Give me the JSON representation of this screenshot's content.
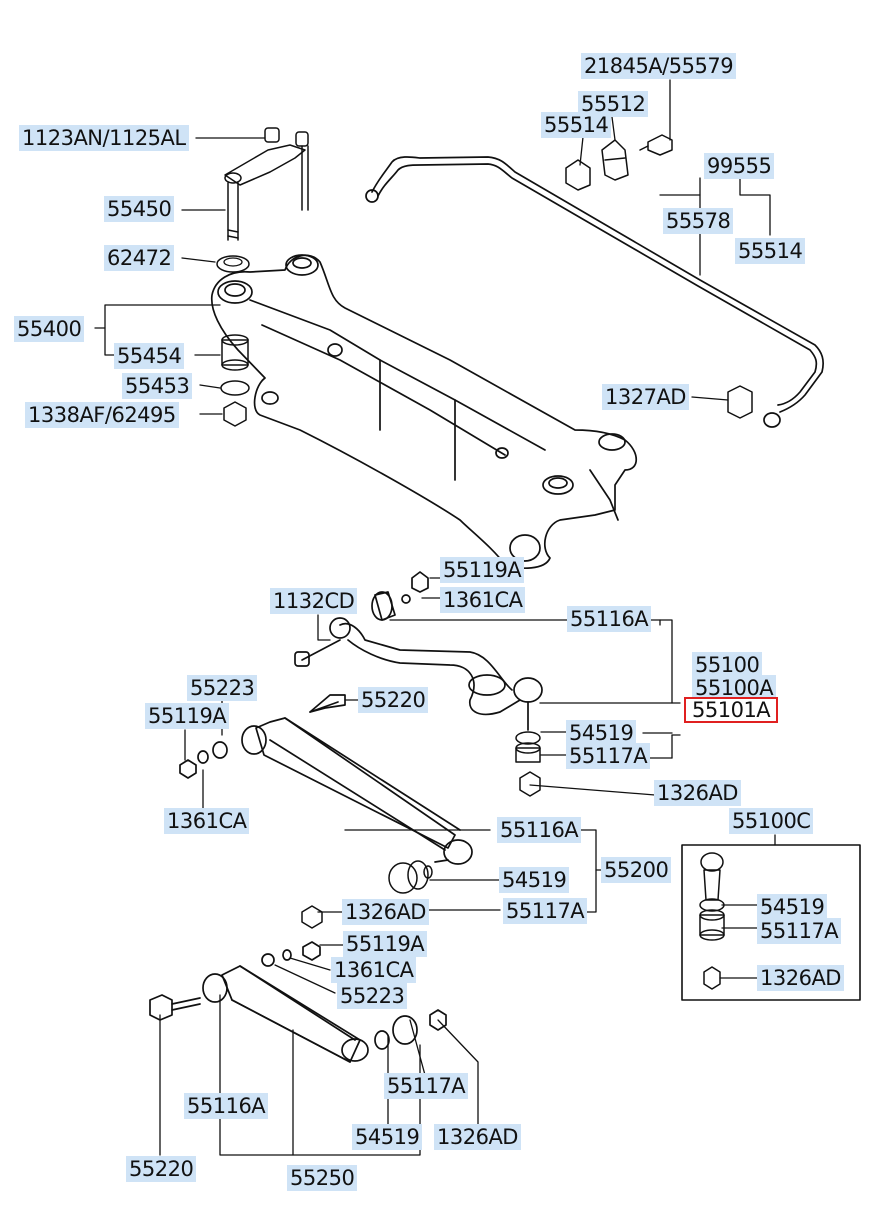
{
  "diagram": {
    "highlight_color": "#e02020",
    "label_bg_color": "#cfe3f6",
    "labels": [
      {
        "id": "l01",
        "text": "21845A/55579"
      },
      {
        "id": "l02",
        "text": "55512"
      },
      {
        "id": "l03",
        "text": "55514"
      },
      {
        "id": "l04",
        "text": "1123AN/1125AL"
      },
      {
        "id": "l05",
        "text": "99555"
      },
      {
        "id": "l06",
        "text": "55450"
      },
      {
        "id": "l07",
        "text": "55578"
      },
      {
        "id": "l08",
        "text": "55514"
      },
      {
        "id": "l09",
        "text": "62472"
      },
      {
        "id": "l10",
        "text": "55400"
      },
      {
        "id": "l11",
        "text": "55454"
      },
      {
        "id": "l12",
        "text": "55453"
      },
      {
        "id": "l13",
        "text": "1327AD"
      },
      {
        "id": "l14",
        "text": "1338AF/62495"
      },
      {
        "id": "l15",
        "text": "55119A"
      },
      {
        "id": "l16",
        "text": "1132CD"
      },
      {
        "id": "l17",
        "text": "1361CA"
      },
      {
        "id": "l18",
        "text": "55116A"
      },
      {
        "id": "l19",
        "text": "55100"
      },
      {
        "id": "l20",
        "text": "55223"
      },
      {
        "id": "l21",
        "text": "55220"
      },
      {
        "id": "l22",
        "text": "55100A"
      },
      {
        "id": "l23",
        "text": "55119A"
      },
      {
        "id": "l24",
        "text": "55101A"
      },
      {
        "id": "l25",
        "text": "54519"
      },
      {
        "id": "l26",
        "text": "55117A"
      },
      {
        "id": "l27",
        "text": "1326AD"
      },
      {
        "id": "l28",
        "text": "1361CA"
      },
      {
        "id": "l29",
        "text": "55100C"
      },
      {
        "id": "l30",
        "text": "55116A"
      },
      {
        "id": "l31",
        "text": "55200"
      },
      {
        "id": "l32",
        "text": "54519"
      },
      {
        "id": "l33",
        "text": "1326AD"
      },
      {
        "id": "l34",
        "text": "55117A"
      },
      {
        "id": "l35",
        "text": "54519"
      },
      {
        "id": "l36",
        "text": "55117A"
      },
      {
        "id": "l37",
        "text": "55119A"
      },
      {
        "id": "l38",
        "text": "1361CA"
      },
      {
        "id": "l39",
        "text": "1326AD"
      },
      {
        "id": "l40",
        "text": "55223"
      },
      {
        "id": "l41",
        "text": "55117A"
      },
      {
        "id": "l42",
        "text": "55116A"
      },
      {
        "id": "l43",
        "text": "54519"
      },
      {
        "id": "l44",
        "text": "1326AD"
      },
      {
        "id": "l45",
        "text": "55220"
      },
      {
        "id": "l46",
        "text": "55250"
      }
    ]
  }
}
